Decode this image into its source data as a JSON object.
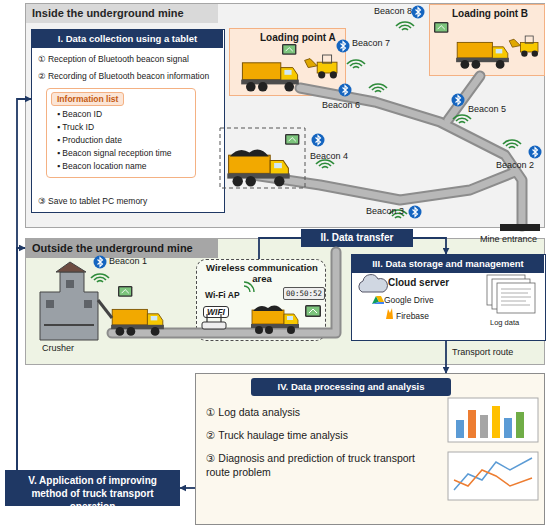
{
  "diagram": {
    "nodes": [
      {
        "text": [
          "Inside the underground mine"
        ]
      },
      {
        "text": [
          "I. Data collection using a tablet",
          "① Reception of Bluetooth beacon signal",
          "② Recording of Bluetooth beacon information",
          "③ Save to tablet PC memory"
        ],
        "in": 0
      },
      {
        "text": [
          "Information list",
          "▪ Beacon ID",
          "▪ Truck ID",
          "▪ Production date",
          "▪ Beacon signal reception time",
          "▪ Beacon location name"
        ],
        "in": 1
      },
      {
        "text": [
          "Loading point A"
        ],
        "in": 0
      },
      {
        "text": [
          "Loading point B"
        ],
        "in": 0
      },
      {
        "text": [
          "Outside the underground mine"
        ]
      },
      {
        "text": [
          "Wireless communication area",
          "Wi-Fi AP",
          "00:50:52",
          "WIFI"
        ],
        "in": 5
      },
      {
        "text": [
          "II. Data transfer"
        ],
        "in": 5
      },
      {
        "text": [
          "III. Data storage and management",
          "Cloud server",
          "Google Drive",
          "Firebase",
          "Log data"
        ],
        "in": 5
      },
      {
        "text": [
          "IV. Data processing and analysis",
          "① Log data analysis",
          "② Truck haulage time analysis",
          "③ Diagnosis and prediction of truck transport route problem"
        ]
      },
      {
        "text": [
          "V. Application of improving method of truck transport operation"
        ]
      }
    ],
    "edges": [
      {
        "from": 6,
        "to": 7,
        "arrow": "none"
      },
      {
        "from": 7,
        "to": 8,
        "arrow": "to"
      },
      {
        "from": 8,
        "to": 9,
        "arrow": "to"
      },
      {
        "from": 9,
        "to": 10,
        "arrow": "to"
      },
      {
        "from": 10,
        "to": 1,
        "arrow": "to"
      },
      {
        "from": 10,
        "to": 5,
        "arrow": "to"
      }
    ],
    "labels": [
      "Beacon 8",
      "Beacon 7",
      "Beacon 6",
      "Beacon 5",
      "Beacon 4",
      "Beacon 2",
      "Beacon 3",
      "Mine entrance",
      "Beacon 1",
      "Crusher",
      "Transport route"
    ]
  }
}
